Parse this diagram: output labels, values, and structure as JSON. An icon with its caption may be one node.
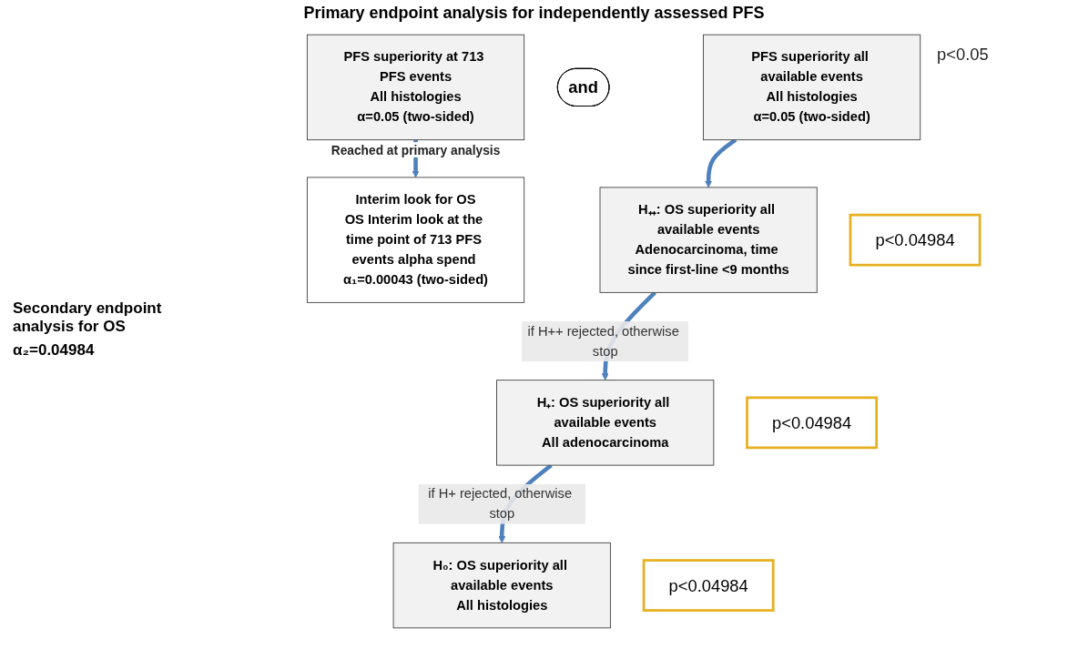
{
  "diagram": {
    "title": "Primary endpoint analysis for independently assessed PFS",
    "nodes": [
      {
        "text": [
          "Interim look for OS",
          "OS Interim look at the time point of 713 PFS events alpha spend α₁=0.00043 (two-sided)"
        ]
      },
      {
        "text": [
          "PFS superiority at 713 PFS events",
          "All histologies",
          "α=0.05 (two-sided)"
        ],
        "beside": [
          "Reached at primary analysis"
        ]
      },
      {
        "text": [
          "and"
        ]
      },
      {
        "text": [
          "PFS superiority all available events",
          "All histologies",
          "α=0.05 (two-sided)"
        ],
        "beside": [
          "p<0.05"
        ]
      },
      {
        "text": [
          "H₊₊: OS superiority all available events",
          "Adenocarcinoma, time since first-line <9 months"
        ]
      },
      {
        "text": [
          "p<0.04984"
        ]
      },
      {
        "text": [
          "H₊: OS superiority all available events",
          "All adenocarcinoma"
        ]
      },
      {
        "text": [
          "p<0.04984"
        ]
      },
      {
        "text": [
          "H₀: OS superiority all available events",
          "All histologies"
        ]
      },
      {
        "text": [
          "p<0.04984"
        ]
      }
    ],
    "edges": [
      {
        "from": 1,
        "to": 0,
        "arrow": "to"
      },
      {
        "from": 3,
        "to": 4,
        "arrow": "to"
      },
      {
        "from": 4,
        "to": 6,
        "arrow": "to",
        "label": "if H++ rejected, otherwise stop"
      },
      {
        "from": 6,
        "to": 8,
        "arrow": "to",
        "label": "if H+ rejected, otherwise stop"
      }
    ],
    "labels": [
      "Secondary endpoint analysis for OS",
      "α₂=0.04984"
    ]
  }
}
